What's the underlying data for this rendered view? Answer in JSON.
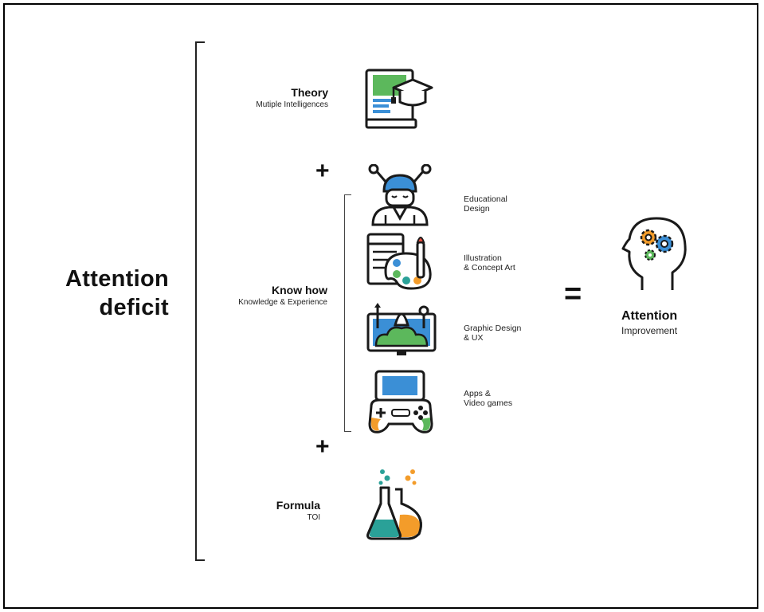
{
  "main_title": {
    "line1": "Attention",
    "line2": "deficit"
  },
  "theory": {
    "title": "Theory",
    "subtitle": "Mutiple Intelligences"
  },
  "know_how": {
    "title": "Know how",
    "subtitle": "Knowledge & Experience"
  },
  "formula": {
    "title": "Formula",
    "subtitle": "TOI"
  },
  "operators": {
    "plus": "+",
    "equals": "="
  },
  "know_how_items": [
    {
      "label": "Educational\nDesign",
      "icon": "thinking-person-icon"
    },
    {
      "label": "Illustration\n& Concept Art",
      "icon": "palette-icon"
    },
    {
      "label": "Graphic Design\n& UX",
      "icon": "monitor-design-icon"
    },
    {
      "label": "Apps &\nVideo games",
      "icon": "gamepad-phone-icon"
    }
  ],
  "result": {
    "title": "Attention",
    "subtitle": "Improvement",
    "icon": "head-gears-icon"
  },
  "colors": {
    "green": "#5cb85c",
    "blue": "#3b8fd6",
    "orange": "#f39c2a",
    "teal": "#2aa198",
    "red": "#e74c3c",
    "ink": "#1a1a1a"
  }
}
